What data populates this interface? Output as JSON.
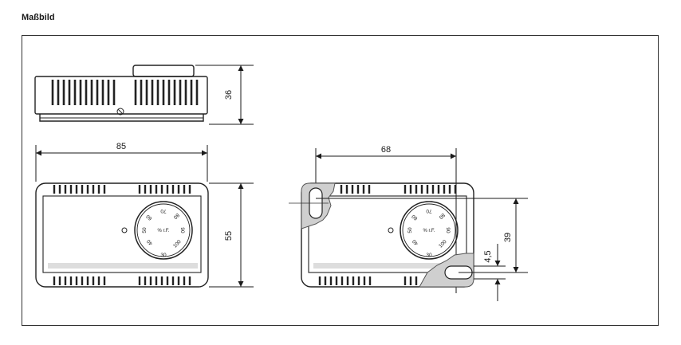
{
  "title": "Maßbild",
  "dimensions": {
    "height_side": "36",
    "width_front": "85",
    "height_front": "55",
    "hole_spacing": "68",
    "hole_vertical": "39",
    "hole_diameter": "4,5"
  },
  "dial": {
    "label": "% r.F.",
    "scale": [
      "30",
      "40",
      "50",
      "60",
      "70",
      "80",
      "90",
      "100"
    ]
  }
}
